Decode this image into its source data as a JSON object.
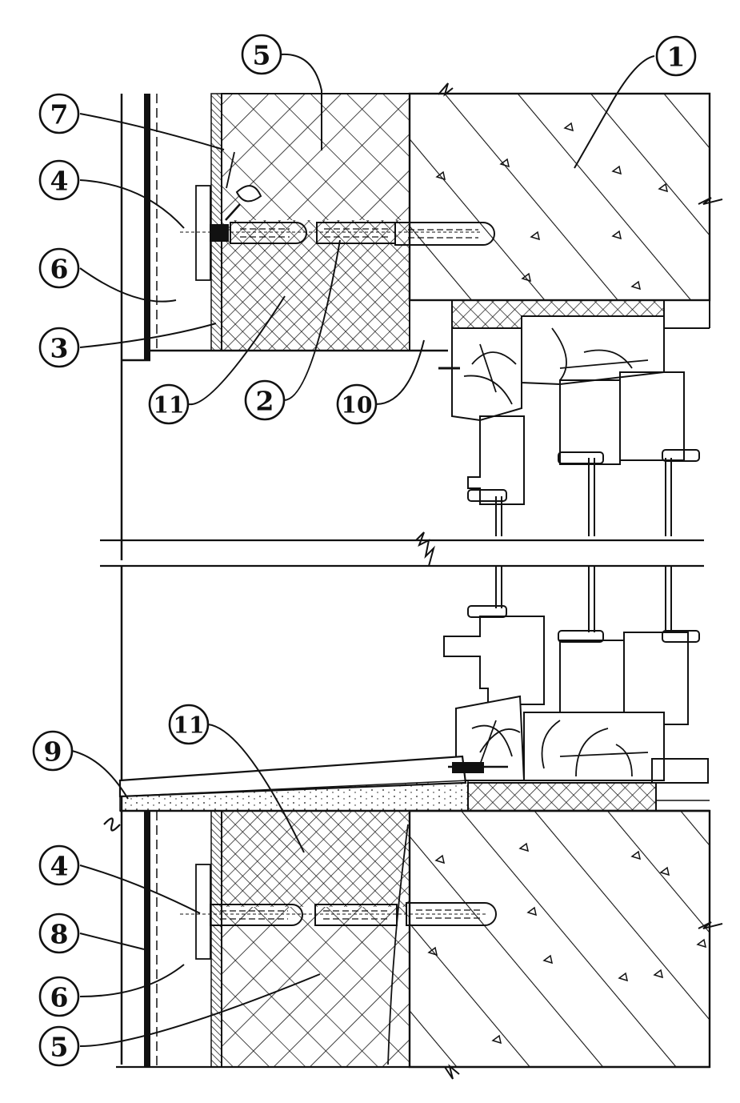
{
  "diagram": {
    "callouts": [
      {
        "id": "c1",
        "text": "1"
      },
      {
        "id": "c2",
        "text": "2"
      },
      {
        "id": "c3",
        "text": "3"
      },
      {
        "id": "c4a",
        "text": "4"
      },
      {
        "id": "c4b",
        "text": "4"
      },
      {
        "id": "c5a",
        "text": "5"
      },
      {
        "id": "c5b",
        "text": "5"
      },
      {
        "id": "c6a",
        "text": "6"
      },
      {
        "id": "c6b",
        "text": "6"
      },
      {
        "id": "c7",
        "text": "7"
      },
      {
        "id": "c8",
        "text": "8"
      },
      {
        "id": "c9",
        "text": "9"
      },
      {
        "id": "c10",
        "text": "10"
      },
      {
        "id": "c11a",
        "text": "11"
      },
      {
        "id": "c11b",
        "text": "11"
      }
    ]
  }
}
